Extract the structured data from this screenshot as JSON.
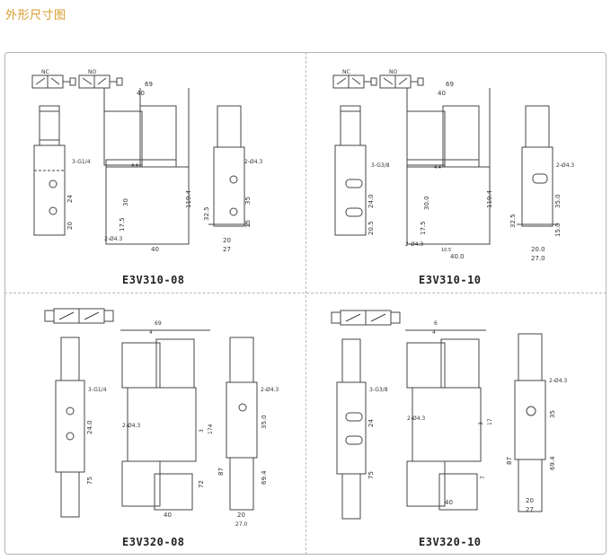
{
  "page": {
    "title": "外形尺寸图"
  },
  "panels": [
    {
      "model": "E3V310-08",
      "symbols": [
        "NC",
        "NO"
      ],
      "dims": {
        "h_69": "69",
        "h_40t": "40",
        "v_119": "119.4",
        "v_30": "30",
        "v_17": "17.5",
        "h_40b": "40",
        "port": "3-G1/4",
        "v_24": "24",
        "v_20": "20",
        "hole_a": "2-Ø4.3",
        "h_44": "4.4",
        "hole_b": "2-Ø4.3",
        "v_35": "35",
        "v_32": "32.5",
        "v_15": "15",
        "h_20": "20",
        "h_27": "27"
      }
    },
    {
      "model": "E3V310-10",
      "symbols": [
        "NC",
        "NO"
      ],
      "dims": {
        "h_69": "69",
        "h_40t": "40",
        "v_119": "119.4",
        "v_30": "30.0",
        "v_17": "17.5",
        "h_40b": "40.0",
        "port": "3-G3/8",
        "v_24": "24.0",
        "v_20": "20.5",
        "hole_a": "2-Ø4.3",
        "h_44": "4.4",
        "h_105": "10.5",
        "hole_b": "2-Ø4.3",
        "v_35": "35.0",
        "v_32": "32.5",
        "v_15": "15.0",
        "h_20": "20.0",
        "h_27": "27.0"
      }
    },
    {
      "model": "E3V320-08",
      "dims": {
        "h_69": "69",
        "h_4": "4",
        "port": "3-G1/4",
        "v_24": "24.0",
        "hole_a": "2-Ø4.3",
        "v_3": "3",
        "v_174": "174",
        "v_75": "75",
        "v_72": "72",
        "h_40": "40",
        "hole_b": "2-Ø4.3",
        "v_35": "35.0",
        "v_87": "87",
        "v_69": "69.4",
        "h_20": "20",
        "h_27": "27.0"
      }
    },
    {
      "model": "E3V320-10",
      "dims": {
        "h_6": "6",
        "h_4": "4",
        "port": "3-G3/8",
        "v_24": "24",
        "hole_a": "2-Ø4.3",
        "v_3": "3",
        "v_17": "17",
        "v_75": "75",
        "v_7": "7",
        "h_40": "40",
        "hole_b": "2-Ø4.3",
        "v_35": "35",
        "v_87": "87",
        "v_69": "69.4",
        "h_20": "20",
        "h_27": "27"
      }
    }
  ]
}
